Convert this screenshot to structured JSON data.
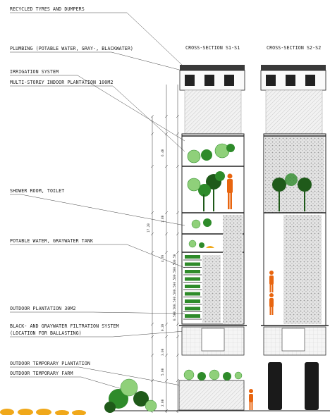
{
  "section_titles": {
    "left": "CROSS-SECTION S1-S1",
    "right": "CROSS-SECTION S2-S2"
  },
  "callouts": [
    "RECYCLED TYRES AND DUMPERS",
    "PLUMBING (POTABLE WATER, GRAY-, BLACKWATER)",
    "IRRIGATION SYSTEM",
    "MULTI-STOREY INDOOR PLANTATION 100M2",
    "SHOWER ROOM, TOILET",
    "POTABLE WATER, GRAYWATER TANK",
    "OUTDOOR PLANTATION 30M2",
    "BLACK- AND GRAYWATER FILTRATION SYSTEM",
    "(LOCATION FOR BALLASTING)",
    "OUTDOOR TEMPORARY PLANTATION",
    "OUTDOOR TEMPORARY FARM"
  ],
  "dimensions": {
    "total": "17.20",
    "upper": "6.40",
    "mid": "4.70",
    "tank": "1.80",
    "d1": "0.20",
    "d2": "3.00",
    "d3": "5.00",
    "d4": "2.00",
    "steps": [
      "0.50",
      "0.50",
      "0.50",
      "0.50",
      "0.50",
      "0.50",
      "0.50",
      "0.50",
      "0.50"
    ]
  },
  "colors": {
    "orange": "#e8650f",
    "green": "#2e8b2a",
    "light_green": "#8fd07a",
    "dark_green": "#1f5a1a",
    "yellow": "#f0a81a",
    "line": "#222222"
  }
}
